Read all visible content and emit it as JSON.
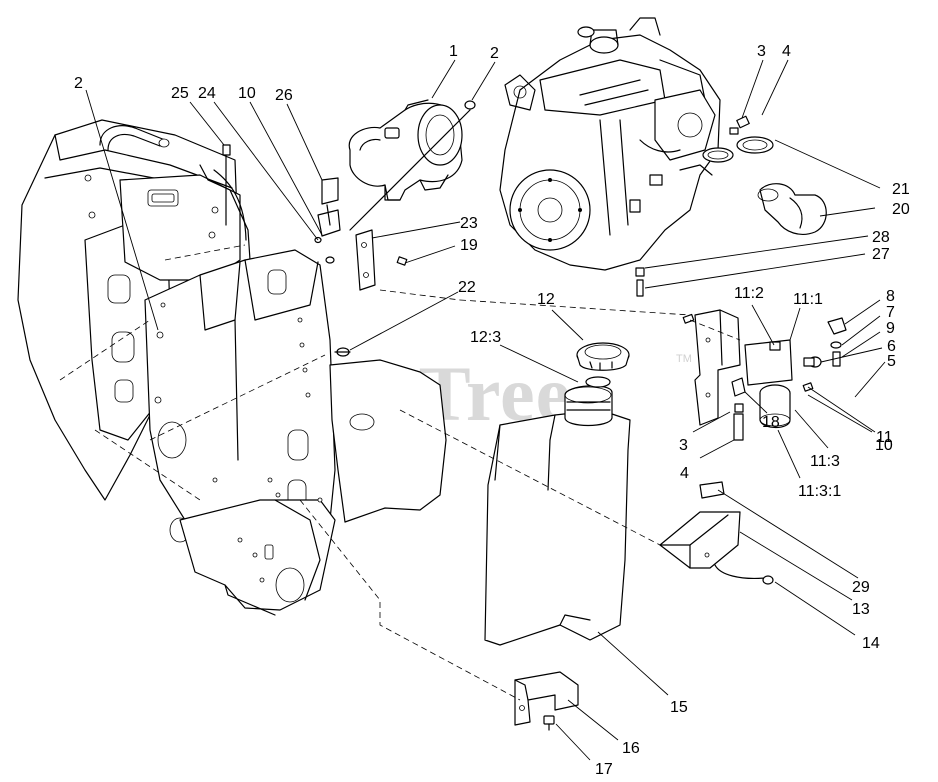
{
  "watermark": {
    "text": "PartsTree",
    "trademark": "TM"
  },
  "callouts": [
    {
      "id": "c1",
      "label": "1"
    },
    {
      "id": "c2a",
      "label": "2"
    },
    {
      "id": "c2b",
      "label": "2"
    },
    {
      "id": "c3a",
      "label": "3"
    },
    {
      "id": "c4a",
      "label": "4"
    },
    {
      "id": "c25",
      "label": "25"
    },
    {
      "id": "c24",
      "label": "24"
    },
    {
      "id": "c10a",
      "label": "10"
    },
    {
      "id": "c26",
      "label": "26"
    },
    {
      "id": "c21",
      "label": "21"
    },
    {
      "id": "c20",
      "label": "20"
    },
    {
      "id": "c23",
      "label": "23"
    },
    {
      "id": "c19",
      "label": "19"
    },
    {
      "id": "c28",
      "label": "28"
    },
    {
      "id": "c27",
      "label": "27"
    },
    {
      "id": "c22",
      "label": "22"
    },
    {
      "id": "c12",
      "label": "12"
    },
    {
      "id": "c12_3",
      "label": "12:3"
    },
    {
      "id": "c11_2",
      "label": "11:2"
    },
    {
      "id": "c11_1",
      "label": "11:1"
    },
    {
      "id": "c8",
      "label": "8"
    },
    {
      "id": "c7",
      "label": "7"
    },
    {
      "id": "c9",
      "label": "9"
    },
    {
      "id": "c6",
      "label": "6"
    },
    {
      "id": "c5",
      "label": "5"
    },
    {
      "id": "c3b",
      "label": "3"
    },
    {
      "id": "c18",
      "label": "18"
    },
    {
      "id": "c10b",
      "label": "10"
    },
    {
      "id": "c4b",
      "label": "4"
    },
    {
      "id": "c11_3",
      "label": "11:3"
    },
    {
      "id": "c11",
      "label": "11"
    },
    {
      "id": "c11_3_1",
      "label": "11:3:1"
    },
    {
      "id": "c29",
      "label": "29"
    },
    {
      "id": "c13",
      "label": "13"
    },
    {
      "id": "c14",
      "label": "14"
    },
    {
      "id": "c15",
      "label": "15"
    },
    {
      "id": "c16",
      "label": "16"
    },
    {
      "id": "c17",
      "label": "17"
    }
  ]
}
